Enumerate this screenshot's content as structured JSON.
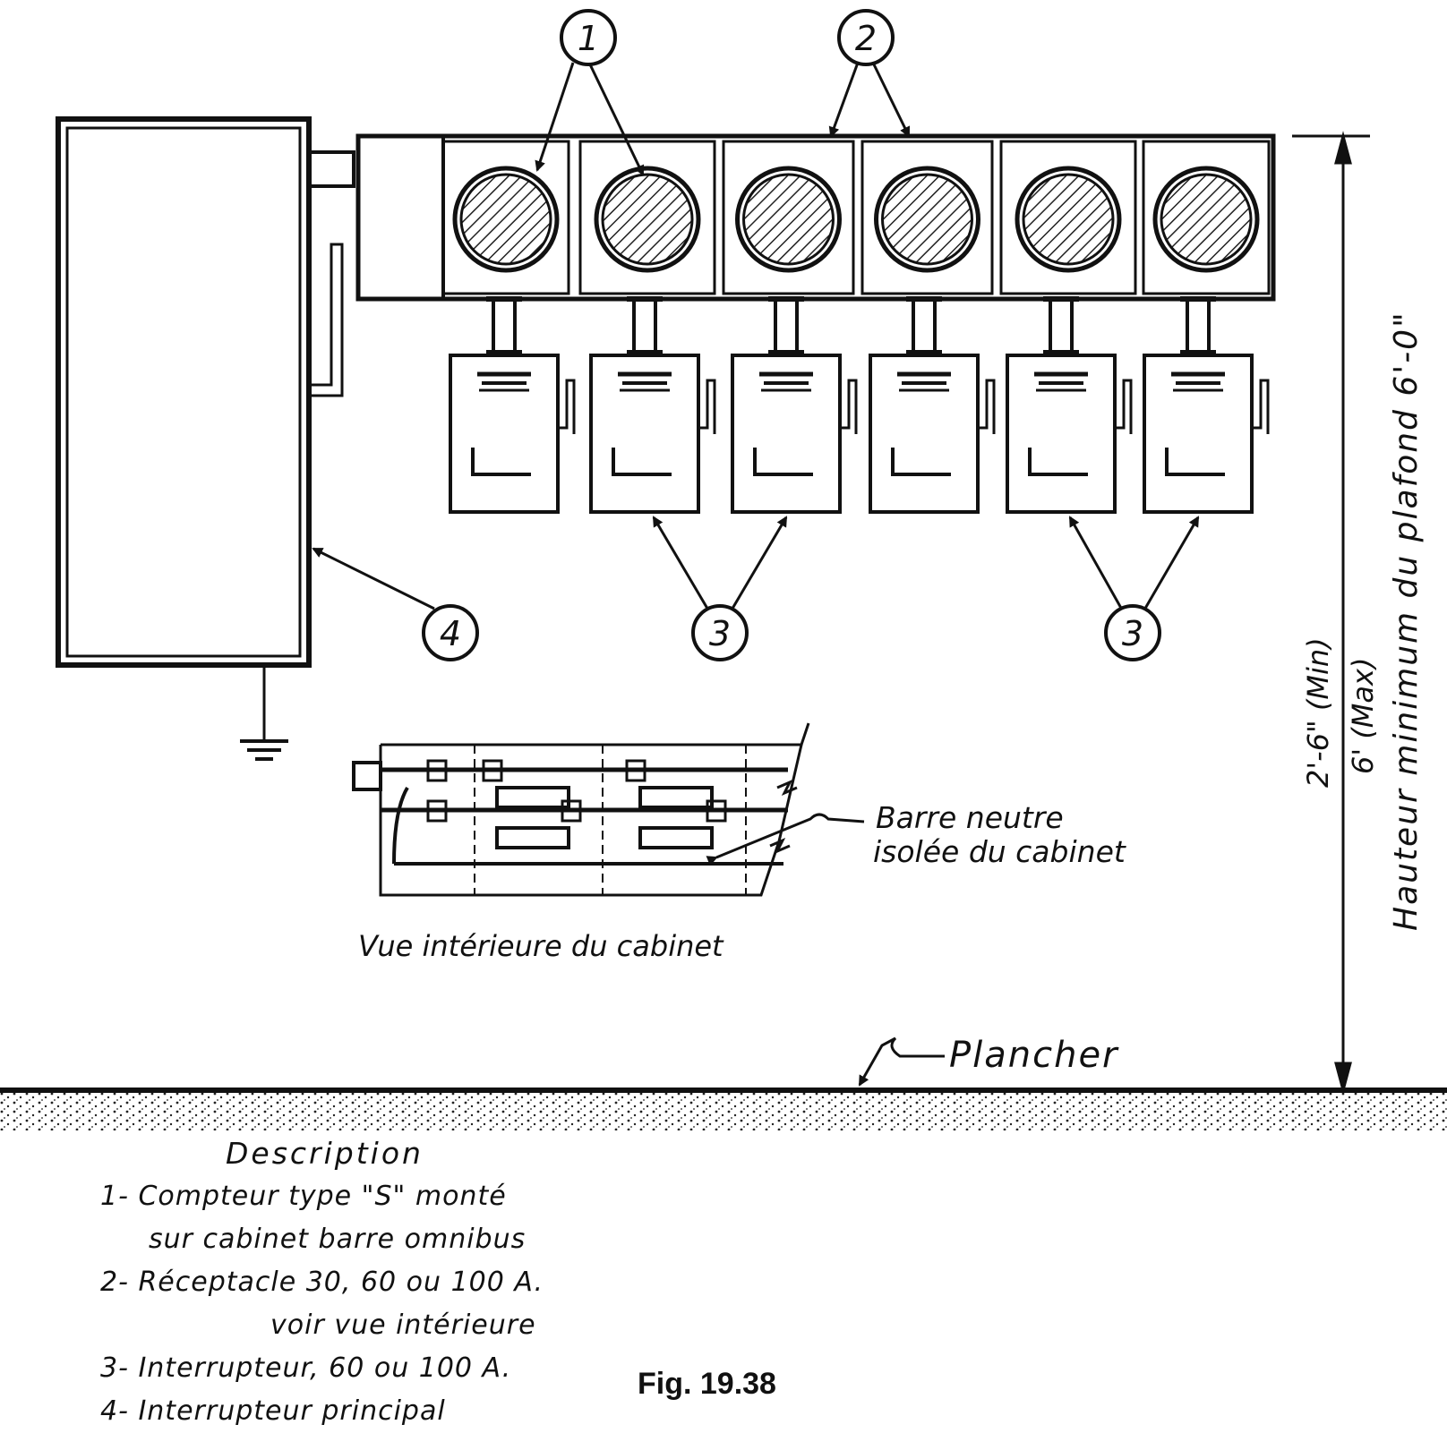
{
  "callouts": {
    "meter": "1",
    "receptacle": "2",
    "switch": "3",
    "main": "4"
  },
  "labels": {
    "neutral_bar_1": "Barre neutre",
    "neutral_bar_2": "isolée du cabinet",
    "interior_view": "Vue intérieure du cabinet",
    "floor": "Plancher",
    "height_min": "2'-6\" (Min)",
    "height_max": "6' (Max)",
    "ceiling_height": "Hauteur minimum du plafond 6'-0\""
  },
  "legend": {
    "title": "Description",
    "items": [
      "1- Compteur type \"S\" monté",
      "sur cabinet barre omnibus",
      "2- Réceptacle 30, 60 ou 100 A.",
      "voir vue intérieure",
      "3- Interrupteur, 60 ou 100 A.",
      "4- Interrupteur principal"
    ]
  },
  "figure_number": "Fig. 19.38"
}
